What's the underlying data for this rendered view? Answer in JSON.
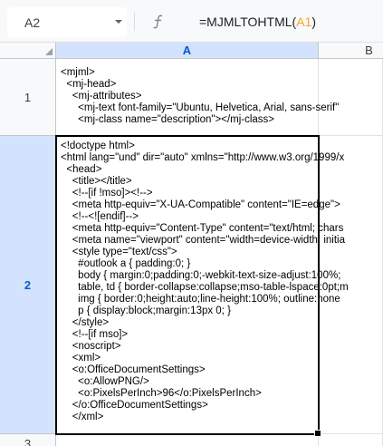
{
  "formula_bar": {
    "name_box": "A2",
    "formula_prefix": "=MJMLTOHTML(",
    "formula_ref": "A1",
    "formula_suffix": ")"
  },
  "columns": [
    "A",
    "B"
  ],
  "rows": [
    "1",
    "2",
    "3"
  ],
  "cells": {
    "A1": "<mjml>\n  <mj-head>\n    <mj-attributes>\n      <mj-text font-family=\"Ubuntu, Helvetica, Arial, sans-serif\"\n      <mj-class name=\"description\"></mj-class>",
    "A2": "<!doctype html>\n<html lang=\"und\" dir=\"auto\" xmlns=\"http://www.w3.org/1999/x\n  <head>\n    <title></title>\n    <!--[if !mso]><!-->\n    <meta http-equiv=\"X-UA-Compatible\" content=\"IE=edge\">\n    <!--<![endif]-->\n    <meta http-equiv=\"Content-Type\" content=\"text/html; chars\n    <meta name=\"viewport\" content=\"width=device-width, initia\n    <style type=\"text/css\">\n      #outlook a { padding:0; }\n      body { margin:0;padding:0;-webkit-text-size-adjust:100%;\n      table, td { border-collapse:collapse;mso-table-lspace:0pt;m\n      img { border:0;height:auto;line-height:100%; outline:none\n      p { display:block;margin:13px 0; }\n    </style>\n    <!--[if mso]>\n    <noscript>\n    <xml>\n    <o:OfficeDocumentSettings>\n      <o:AllowPNG/>\n      <o:PixelsPerInch>96</o:PixelsPerInch>\n    </o:OfficeDocumentSettings>\n    </xml>"
  },
  "icons": {
    "name_box_dropdown": "chevron-down-icon",
    "function": "function-icon"
  },
  "colors": {
    "selection_header": "#d3e3fd",
    "selection_text": "#0b57d0",
    "formula_ref": "#f6a520"
  }
}
